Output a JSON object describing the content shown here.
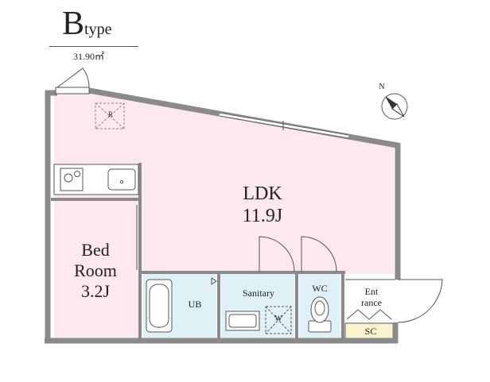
{
  "header": {
    "type_letter": "B",
    "type_suffix": "type",
    "area": "31.90㎡"
  },
  "rooms": {
    "ldk": {
      "name": "LDK",
      "size": "11.9J"
    },
    "bedroom": {
      "name_line1": "Bed",
      "name_line2": "Room",
      "size": "3.2J"
    },
    "unit_bath": "UB",
    "sanitary": "Sanitary",
    "wc": "WC",
    "entrance": {
      "line1": "Ent",
      "line2": "rance"
    },
    "shoe_closet": "SC"
  },
  "fixtures": {
    "refrigerator_mark": "R",
    "washer_mark": "W"
  },
  "compass": {
    "label": "N"
  },
  "colors": {
    "wall": "#8a8a8a",
    "ldk_fill": "#fce8ee",
    "wet_fill": "#dff1f7",
    "shoe_closet_fill": "#fbf3cf",
    "line": "#333333"
  }
}
